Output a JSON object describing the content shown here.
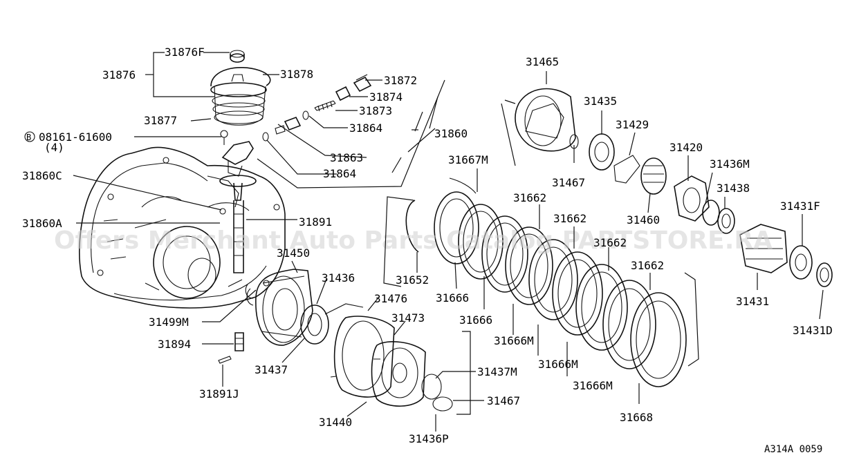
{
  "watermark": "Offers Merchant Auto Parts Catalog PARTSTORE.RA",
  "drawing_code": "A314A 0059",
  "bolt_marker": "B",
  "bolt_part": "08161-61600",
  "bolt_qty": "(4)",
  "parts": {
    "p31876F": "31876F",
    "p31876": "31876",
    "p31878": "31878",
    "p31877": "31877",
    "p31872": "31872",
    "p31874": "31874",
    "p31873": "31873",
    "p31864a": "31864",
    "p31860": "31860",
    "p31863": "31863",
    "p31864b": "31864",
    "p31860C": "31860C",
    "p31860A": "31860A",
    "p31891": "31891",
    "p31450": "31450",
    "p31436": "31436",
    "p31476": "31476",
    "p31473": "31473",
    "p31499M": "31499M",
    "p31894": "31894",
    "p31437": "31437",
    "p31891J": "31891J",
    "p31440": "31440",
    "p31437M": "31437M",
    "p31467b": "31467",
    "p31436P": "31436P",
    "p31652": "31652",
    "p31666a": "31666",
    "p31666b": "31666",
    "p31666Ma": "31666M",
    "p31666Mb": "31666M",
    "p31666Mc": "31666M",
    "p31668": "31668",
    "p31667M": "31667M",
    "p31662a": "31662",
    "p31662b": "31662",
    "p31662c": "31662",
    "p31662d": "31662",
    "p31465": "31465",
    "p31435": "31435",
    "p31429": "31429",
    "p31467a": "31467",
    "p31460": "31460",
    "p31420": "31420",
    "p31436M": "31436M",
    "p31438": "31438",
    "p31431F": "31431F",
    "p31431": "31431",
    "p31431D": "31431D"
  }
}
